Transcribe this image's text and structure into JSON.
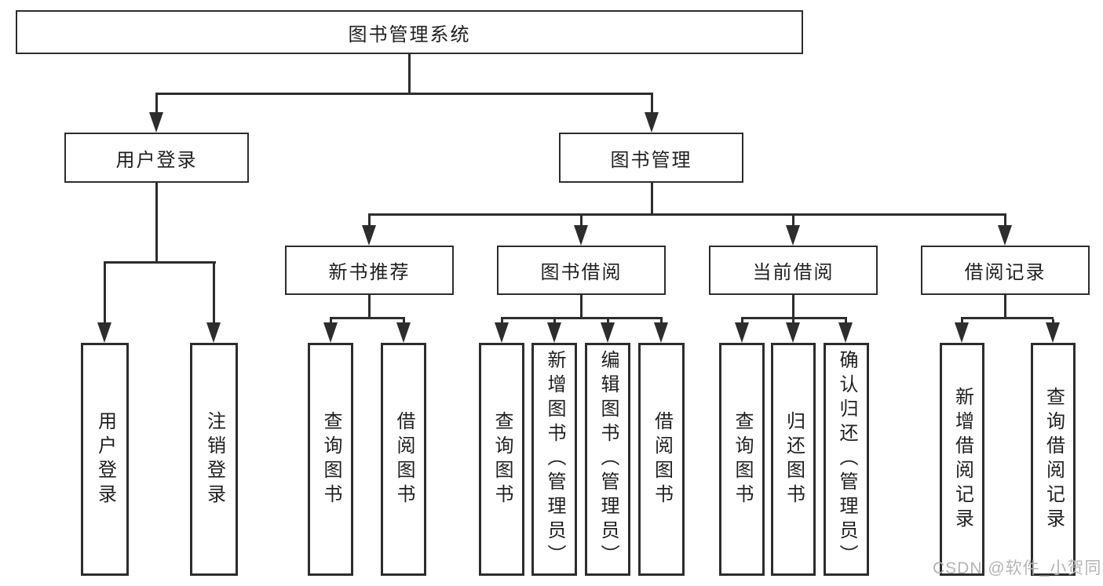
{
  "tree": {
    "root": {
      "label": "图书管理系统"
    },
    "level2": [
      {
        "label": "用户登录",
        "children": [
          {
            "label": "用户登录"
          },
          {
            "label": "注销登录"
          }
        ]
      },
      {
        "label": "图书管理",
        "children": [
          {
            "label": "新书推荐",
            "children": [
              {
                "label": "查询图书"
              },
              {
                "label": "借阅图书"
              }
            ]
          },
          {
            "label": "图书借阅",
            "children": [
              {
                "label": "查询图书"
              },
              {
                "label": "新增图书（管理员）"
              },
              {
                "label": "编辑图书（管理员）"
              },
              {
                "label": "借阅图书"
              }
            ]
          },
          {
            "label": "当前借阅",
            "children": [
              {
                "label": "查询图书"
              },
              {
                "label": "归还图书"
              },
              {
                "label": "确认归还（管理员）"
              }
            ]
          },
          {
            "label": "借阅记录",
            "children": [
              {
                "label": "新增借阅记录"
              },
              {
                "label": "查询借阅记录"
              }
            ]
          }
        ]
      }
    ]
  },
  "watermark": {
    "text": "CSDN @软件_小贺同学"
  },
  "colors": {
    "line": "#2d2d2d",
    "text": "#1f1f1f",
    "watermark": "#b4b4b4",
    "background": "#ffffff"
  }
}
